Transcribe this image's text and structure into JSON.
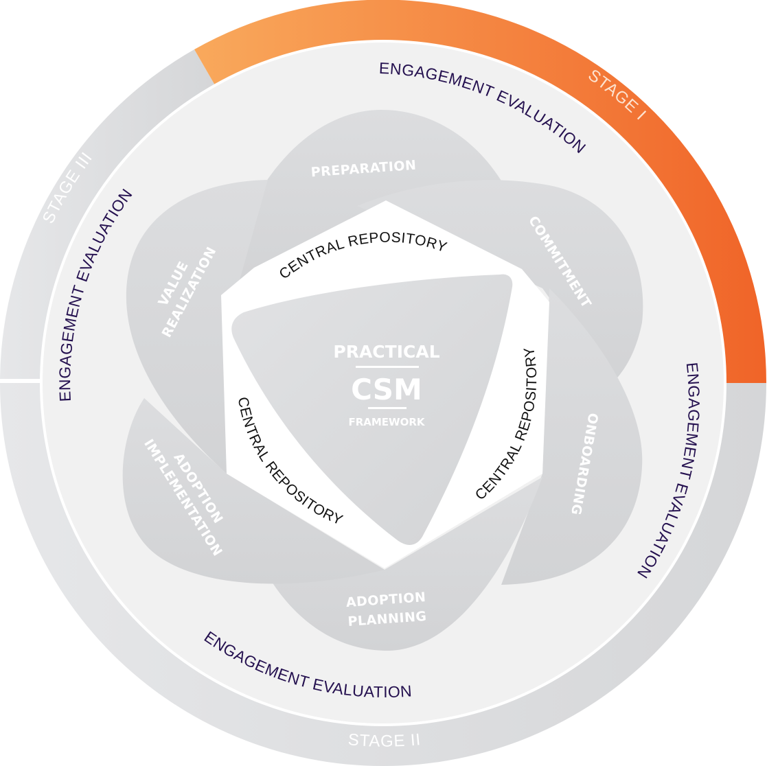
{
  "colors": {
    "stage_active_start": "#f9a55a",
    "stage_active_end": "#f06428",
    "stage_inactive": "#d9dadc",
    "ring_face": "#f1f1f1",
    "petal": "#d6d7d9",
    "center_hole": "#ffffff",
    "core": "#d8d9db",
    "eval_text": "#24104f",
    "repo_text": "#111111"
  },
  "stages": [
    {
      "id": "stage-1",
      "label": "STAGE I",
      "active": true
    },
    {
      "id": "stage-2",
      "label": "STAGE II",
      "active": false
    },
    {
      "id": "stage-3",
      "label": "STAGE III",
      "active": false
    }
  ],
  "evaluation_labels": [
    "ENGAGEMENT EVALUATION",
    "ENGAGEMENT EVALUATION",
    "ENGAGEMENT EVALUATION",
    "ENGAGEMENT EVALUATION"
  ],
  "phases": [
    {
      "id": "preparation",
      "lines": [
        "PREPARATION"
      ]
    },
    {
      "id": "commitment",
      "lines": [
        "COMMITMENT"
      ]
    },
    {
      "id": "onboarding",
      "lines": [
        "ONBOARDING"
      ]
    },
    {
      "id": "adoption-planning",
      "lines": [
        "ADOPTION",
        "PLANNING"
      ]
    },
    {
      "id": "adoption-implementation",
      "lines": [
        "ADOPTION",
        "IMPLEMENTATION"
      ]
    },
    {
      "id": "value-realization",
      "lines": [
        "VALUE",
        "REALIZATION"
      ]
    }
  ],
  "repository_labels": [
    "CENTRAL REPOSITORY",
    "CENTRAL REPOSITORY",
    "CENTRAL REPOSITORY"
  ],
  "core": {
    "line1": "PRACTICAL",
    "line2": "CSM",
    "line3": "FRAMEWORK"
  }
}
